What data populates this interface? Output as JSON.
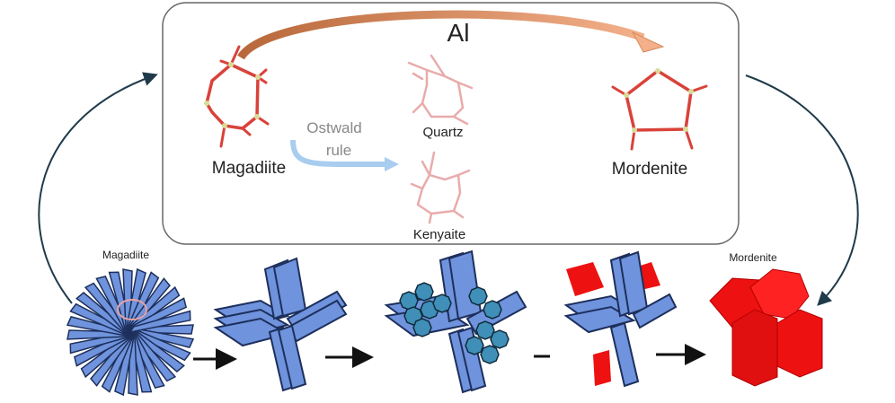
{
  "top_panel": {
    "title": "Al",
    "magadiite": "Magadiite",
    "ostwald_line1": "Ostwald",
    "ostwald_line2": "rule",
    "quartz": "Quartz",
    "kenyaite": "Kenyaite",
    "mordenite": "Mordenite"
  },
  "bottom_row": {
    "start_label": "Magadiite",
    "end_label": "Mordenite"
  },
  "colors": {
    "bond_red": "#d9423a",
    "node_yellow": "#d8dc9a",
    "orange_arrow": "#d98a5a",
    "blue_arrow": "#a8cdee",
    "sheet_blue": "#6f93dc",
    "sheet_edge": "#1d2f5c",
    "crystal_teal": "#3f8fb8",
    "crystal_red": "#ee1111",
    "dark_arrow": "#1f3a4a"
  }
}
